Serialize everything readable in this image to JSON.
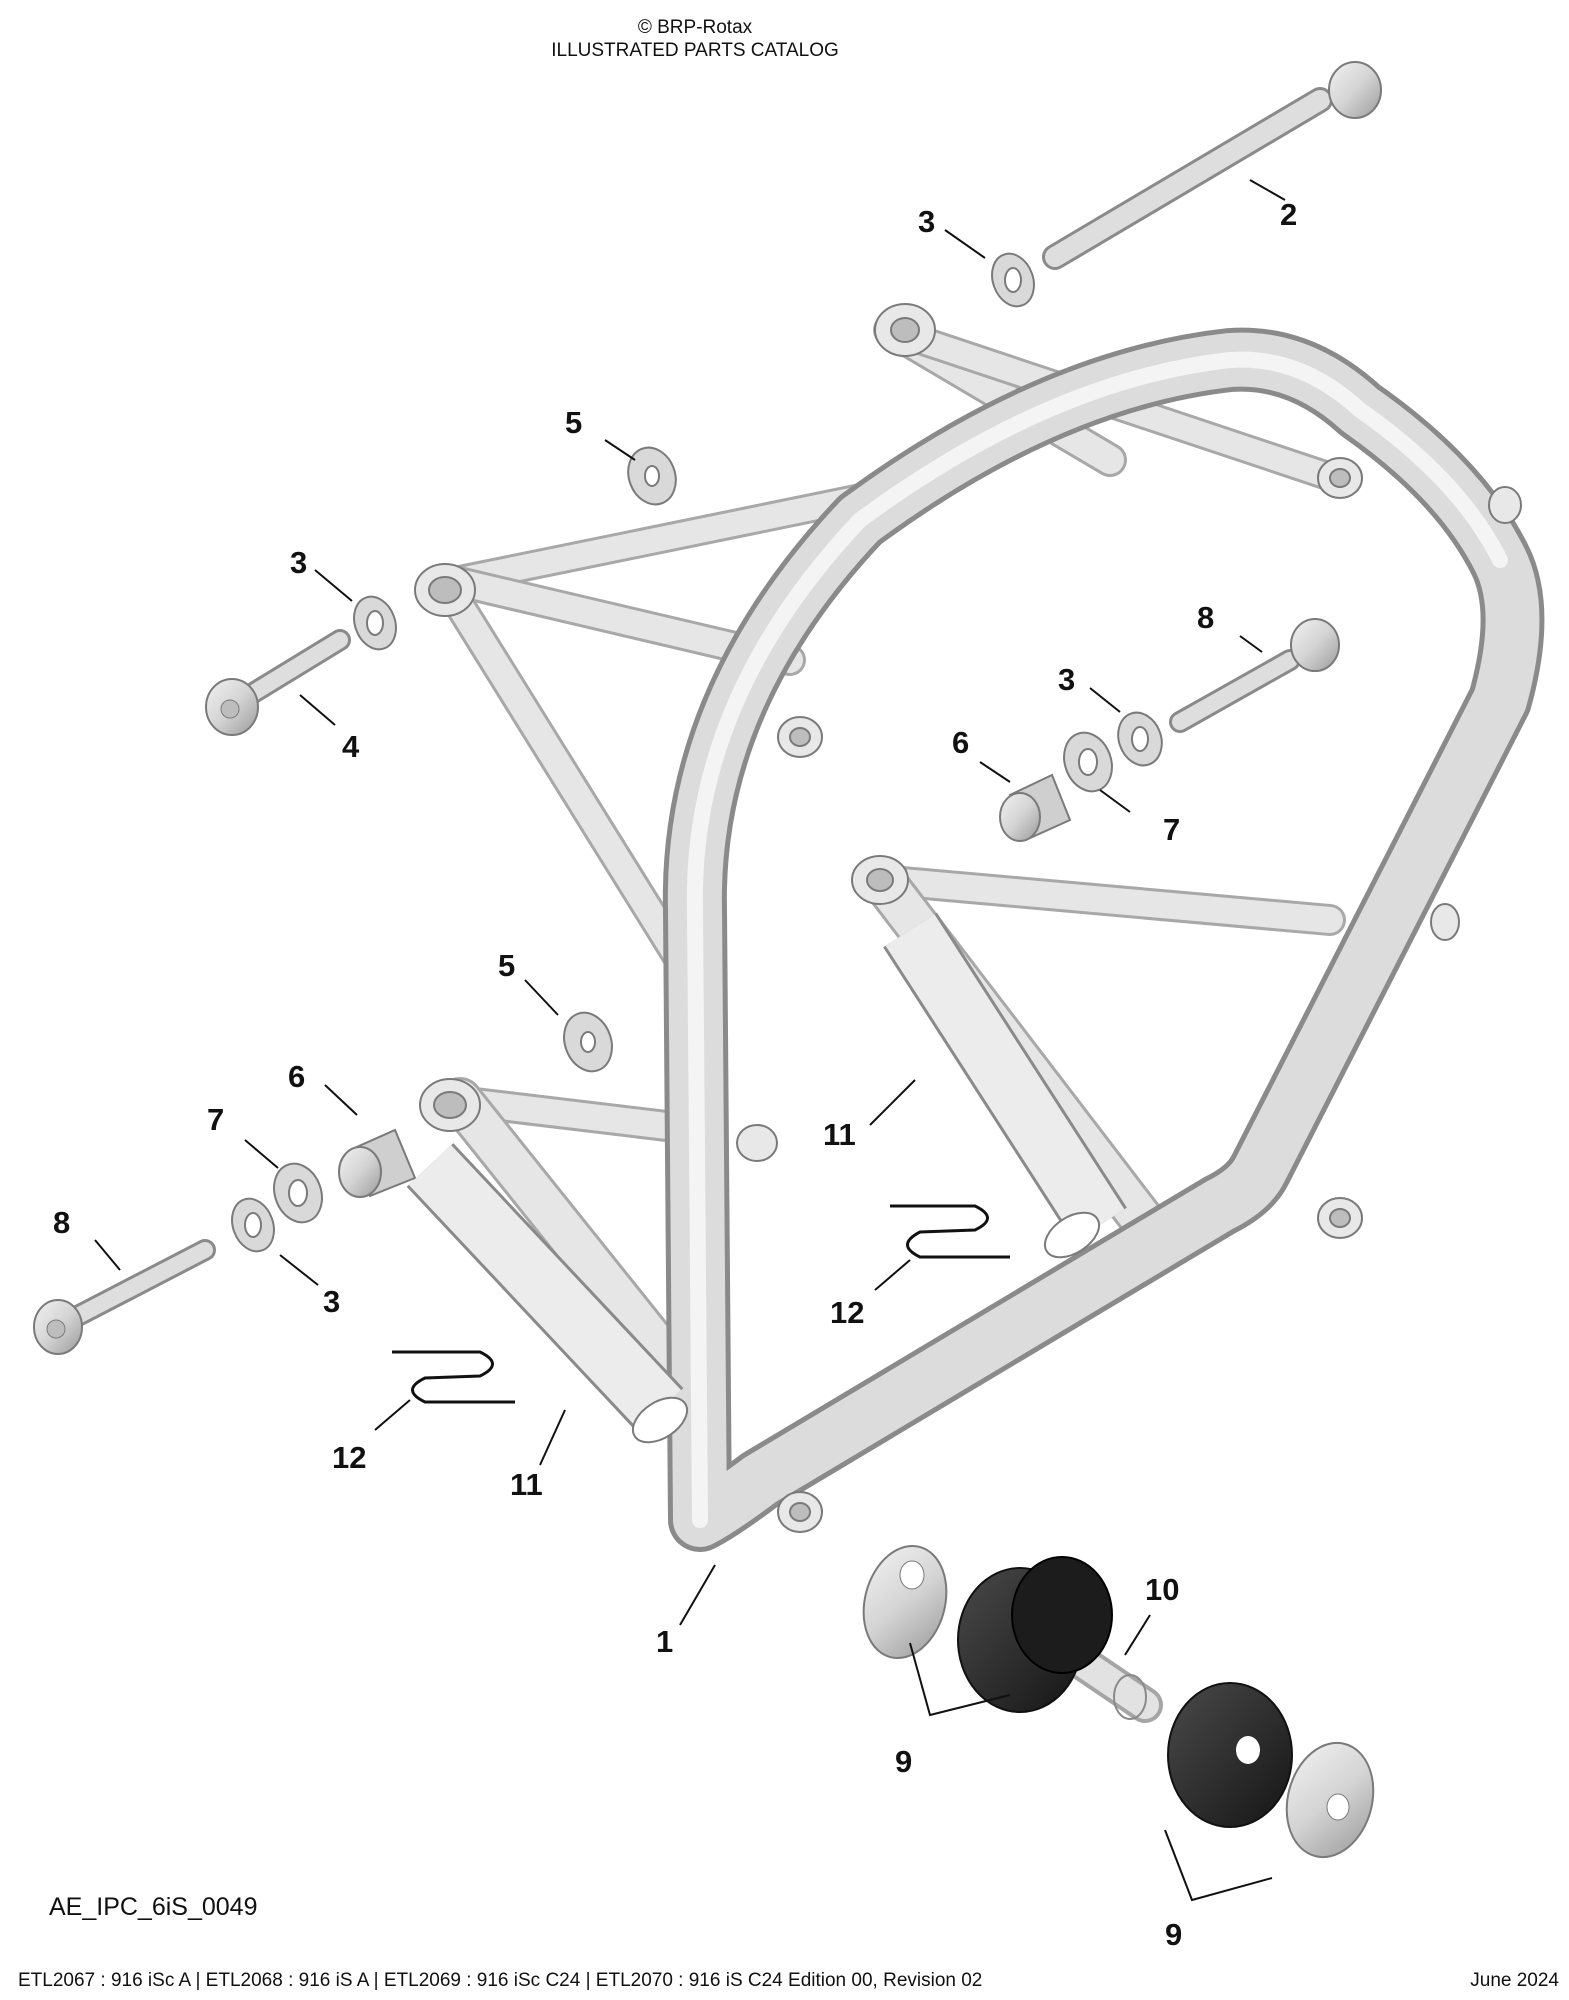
{
  "header": {
    "copyright": "© BRP-Rotax",
    "title": "ILLUSTRATED PARTS CATALOG"
  },
  "figure": {
    "id": "AE_IPC_6iS_0049",
    "callouts": [
      "2",
      "3",
      "5",
      "3",
      "4",
      "8",
      "3",
      "6",
      "7",
      "5",
      "6",
      "7",
      "8",
      "3",
      "11",
      "12",
      "12",
      "11",
      "1",
      "10",
      "9",
      "9"
    ]
  },
  "footer": {
    "applicability": "ETL2067 : 916 iSc A | ETL2068 : 916 iS A | ETL2069 : 916 iSc C24 | ETL2070 : 916 iS C24 Edition 00, Revision 02",
    "date": "June 2024"
  },
  "colors": {
    "part_fill": "#d9d9d9",
    "part_edge": "#8a8a8a",
    "rubber": "#2b2b2b",
    "text": "#111111"
  }
}
